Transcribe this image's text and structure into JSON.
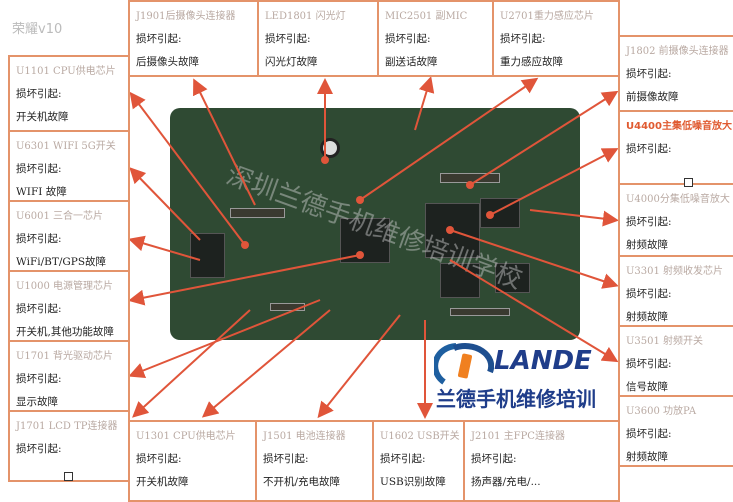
{
  "brand": "荣耀v10",
  "cause_label": "损坏引起:",
  "boxes": {
    "j1901": {
      "title": "J1901后摄像头连接器",
      "fault": "后摄像头故障"
    },
    "led1801": {
      "title": "LED1801  闪光灯",
      "fault": "闪光灯故障"
    },
    "mic2501": {
      "title": "MIC2501  副MIC",
      "fault": "副送话故障"
    },
    "u2701": {
      "title": "U2701重力感应芯片",
      "fault": "重力感应故障"
    },
    "j1802": {
      "title": "J1802 前摄像头连接器",
      "fault": "前摄像故障"
    },
    "u4400": {
      "title": "U4400主集低噪音放大",
      "fault": ""
    },
    "u4000": {
      "title": "U4000分集低噪音放大",
      "fault": "射频故障"
    },
    "u3301": {
      "title": "U3301 射频收发芯片",
      "fault": "射频故障"
    },
    "u3501": {
      "title": "U3501 射频开关",
      "fault": "信号故障"
    },
    "u3600": {
      "title": "U3600 功放PA",
      "fault": "射频故障"
    },
    "u1101": {
      "title": "U1101 CPU供电芯片",
      "fault": "开关机故障"
    },
    "u6301": {
      "title": "U6301 WIFI 5G开关",
      "fault": "WIFI 故障"
    },
    "u6001": {
      "title": "U6001 三合一芯片",
      "fault": "WiFi/BT/GPS故障"
    },
    "u1000": {
      "title": "U1000 电源管理芯片",
      "fault": "开关机,其他功能故障"
    },
    "u1701": {
      "title": "U1701 背光驱动芯片",
      "fault": "显示故障"
    },
    "j1701": {
      "title": "J1701 LCD TP连接器",
      "fault": ""
    },
    "u1301": {
      "title": "U1301 CPU供电芯片",
      "fault": "开关机故障"
    },
    "j1501": {
      "title": "J1501 电池连接器",
      "fault": "不开机/充电故障"
    },
    "u1602": {
      "title": "U1602 USB开关",
      "fault": "USB识别故障"
    },
    "j2101": {
      "title": "J2101 主FPC连接器",
      "fault": "扬声器/充电/..."
    }
  },
  "watermark": "深圳兰德手机维修培训学校",
  "logo": {
    "name": "LANDE",
    "slogan": "兰德手机维修培训"
  },
  "colors": {
    "border": "#e4936a",
    "arrow": "#e0553a",
    "board": "#2f4a33",
    "logo": "#1f3d8a"
  }
}
